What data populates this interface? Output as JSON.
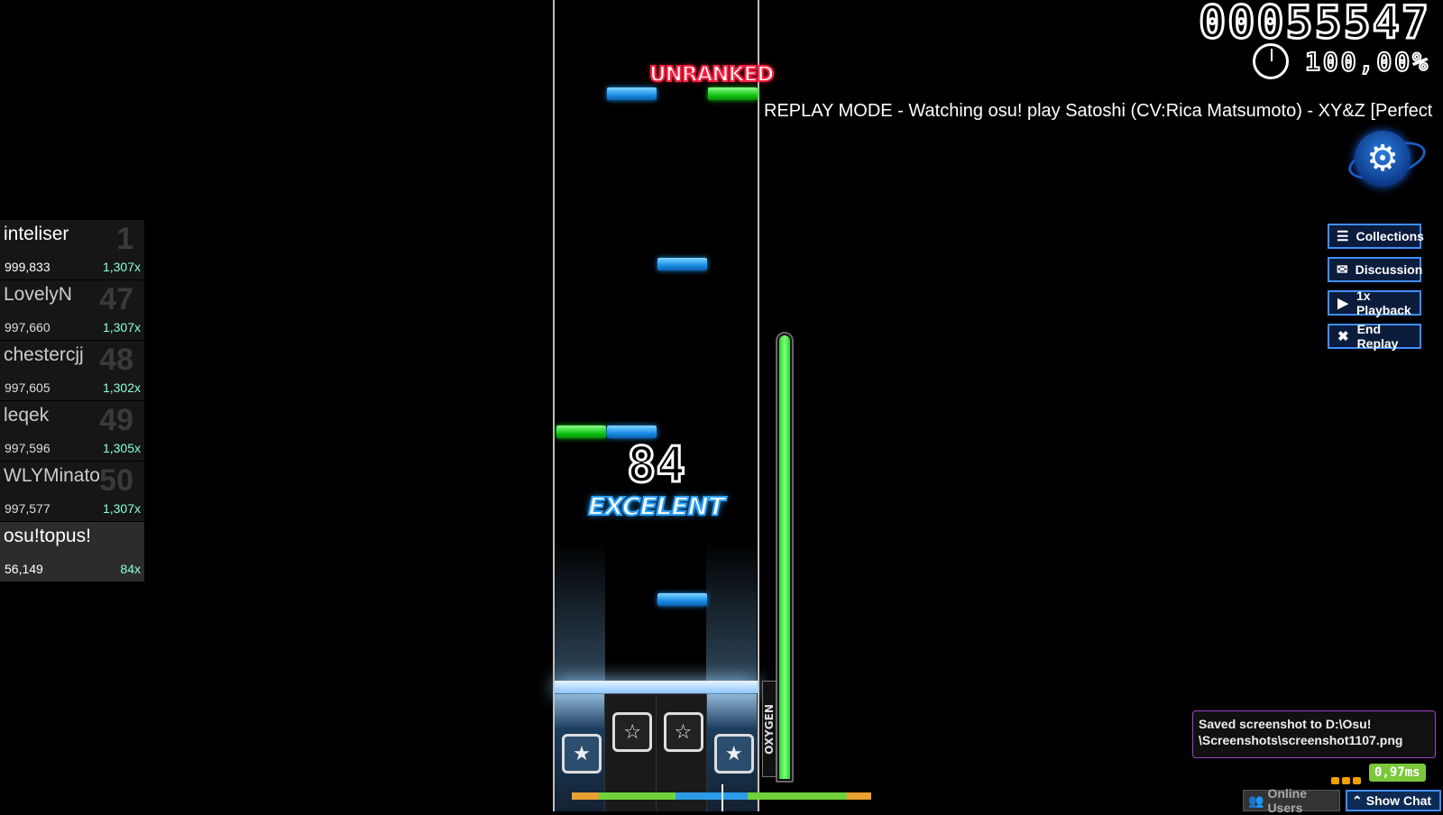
{
  "hud": {
    "score": "00055547",
    "accuracy": "100,00%",
    "combo": "84",
    "judgement": "EXCELENT",
    "ranked_status": "UNRANKED",
    "oxygen_label": "OXYGEN",
    "health_fraction": 1.0
  },
  "replay": {
    "status_text": "REPLAY MODE - Watching osu! play Satoshi (CV:Rica Matsumoto) - XY&Z [Perfect"
  },
  "menu": {
    "collections": "Collections",
    "discussion": "Discussion",
    "playback": "1x Playback",
    "end_replay": "End Replay"
  },
  "leaderboard": [
    {
      "name": "inteliser",
      "rank": "1",
      "score": "999,833",
      "combo": "1,307x"
    },
    {
      "name": "LovelyN",
      "rank": "47",
      "score": "997,660",
      "combo": "1,307x"
    },
    {
      "name": "chestercjj",
      "rank": "48",
      "score": "997,605",
      "combo": "1,302x"
    },
    {
      "name": "leqek",
      "rank": "49",
      "score": "997,596",
      "combo": "1,305x"
    },
    {
      "name": "WLYMinato",
      "rank": "50",
      "score": "997,577",
      "combo": "1,307x"
    },
    {
      "name": "osu!topus!",
      "rank": "",
      "score": "56,149",
      "combo": "84x"
    }
  ],
  "notification": {
    "line1": "Saved screenshot to D:\\Osu!",
    "line2": "\\Screenshots\\screenshot1107.png"
  },
  "status": {
    "latency": "0,97ms",
    "online_users": "Online Users",
    "show_chat": "Show Chat"
  },
  "colors": {
    "note_blue": "#1b8fe6",
    "note_green": "#14c814",
    "accent": "#3f8fff",
    "unranked_red": "#ff2040"
  },
  "icons": {
    "collections": "list-icon",
    "discussion": "chat-bubble-icon",
    "playback": "play-icon",
    "end_replay": "close-icon",
    "settings": "gear-icon",
    "online_users": "users-icon",
    "show_chat": "chevron-up-icon"
  }
}
